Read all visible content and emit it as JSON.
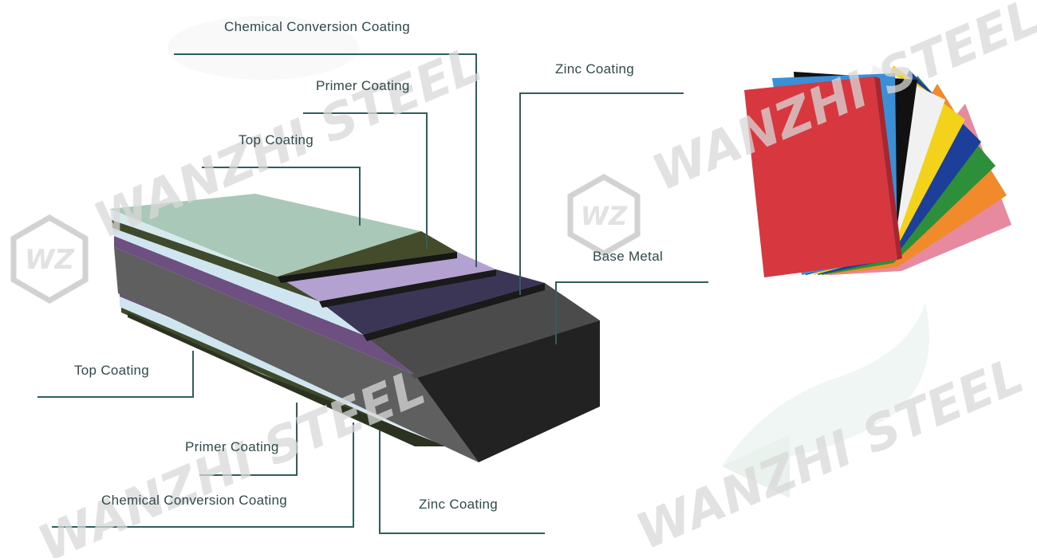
{
  "watermark": {
    "brand": "WANZHI STEEL",
    "logo_initials": "WZ"
  },
  "callouts_top": {
    "chemical_conversion": "Chemical Conversion Coating",
    "primer": "Primer Coating",
    "top": "Top Coating",
    "zinc": "Zinc Coating",
    "base_metal": "Base Metal"
  },
  "callouts_bottom": {
    "top": "Top Coating",
    "primer": "Primer Coating",
    "chemical_conversion": "Chemical Conversion Coating",
    "zinc": "Zinc Coating"
  },
  "colors": {
    "leader_line": "#2e5e5e",
    "top_coating": "#a9c7b8",
    "primer_coating": "#3f4a2c",
    "chemical_conversion": "#cfe6f0",
    "zinc_coating": "#6e4f82",
    "base_metal": "#5a5a5a"
  },
  "sample_sheet_colors": [
    "#e7899f",
    "#f08a2a",
    "#2e8f3a",
    "#1d3f9a",
    "#f2d21b",
    "#f1f1f1",
    "#111111",
    "#3a8fd6",
    "#d7373f"
  ]
}
